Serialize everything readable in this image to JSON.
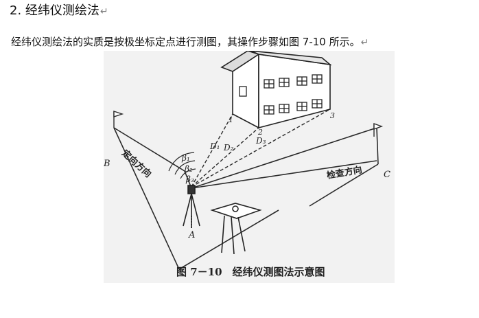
{
  "document": {
    "heading": "2. 经纬仪测绘法",
    "paragraph": "经纬仪测绘法的实质是按极坐标定点进行测图，其操作步骤如图 7-10 所示。",
    "return_mark": "↵"
  },
  "figure": {
    "caption": "图 7－10　经纬仪测图法示意图",
    "labels": {
      "A": "A",
      "B": "B",
      "C": "C",
      "beta1": "β₁",
      "beta2": "β₂",
      "beta3": "β₃",
      "D1": "D₁",
      "D2": "D₂",
      "D3": "D₃",
      "p1": "1",
      "p2": "2",
      "p3": "3",
      "orient": "定向方向",
      "check": "检查方向"
    },
    "colors": {
      "background": "#f2f2f2",
      "ink": "#2a2a2a"
    }
  }
}
